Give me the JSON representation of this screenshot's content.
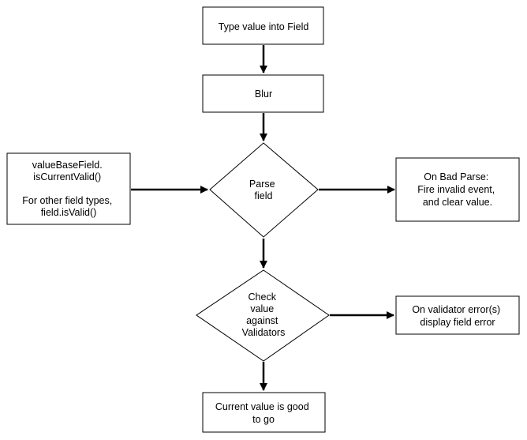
{
  "diagram": {
    "colors": {
      "stroke": "#000000",
      "fill": "#ffffff",
      "text": "#000000"
    },
    "nodes": {
      "type_value": {
        "shape": "rectangle",
        "lines": [
          "Type value into Field"
        ]
      },
      "blur": {
        "shape": "rectangle",
        "lines": [
          "Blur"
        ]
      },
      "parse_field": {
        "shape": "diamond",
        "lines": [
          "Parse",
          "field"
        ]
      },
      "value_base_field": {
        "shape": "rectangle",
        "lines": [
          "valueBaseField.",
          "isCurrentValid()",
          "",
          "For other field types,",
          "field.isValid()"
        ]
      },
      "bad_parse": {
        "shape": "rectangle",
        "lines": [
          "On Bad Parse:",
          "Fire invalid event,",
          "and clear value."
        ]
      },
      "check_validators": {
        "shape": "diamond",
        "lines": [
          "Check",
          "value",
          "against",
          "Validators"
        ]
      },
      "validator_error": {
        "shape": "rectangle",
        "lines": [
          "On validator error(s)",
          "display field error"
        ]
      },
      "current_good": {
        "shape": "rectangle",
        "lines": [
          "Current value is good",
          "to go"
        ]
      }
    },
    "edges": [
      {
        "from": "type_value",
        "to": "blur"
      },
      {
        "from": "blur",
        "to": "parse_field"
      },
      {
        "from": "value_base_field",
        "to": "parse_field"
      },
      {
        "from": "parse_field",
        "to": "bad_parse"
      },
      {
        "from": "parse_field",
        "to": "check_validators"
      },
      {
        "from": "check_validators",
        "to": "validator_error"
      },
      {
        "from": "check_validators",
        "to": "current_good"
      }
    ]
  }
}
